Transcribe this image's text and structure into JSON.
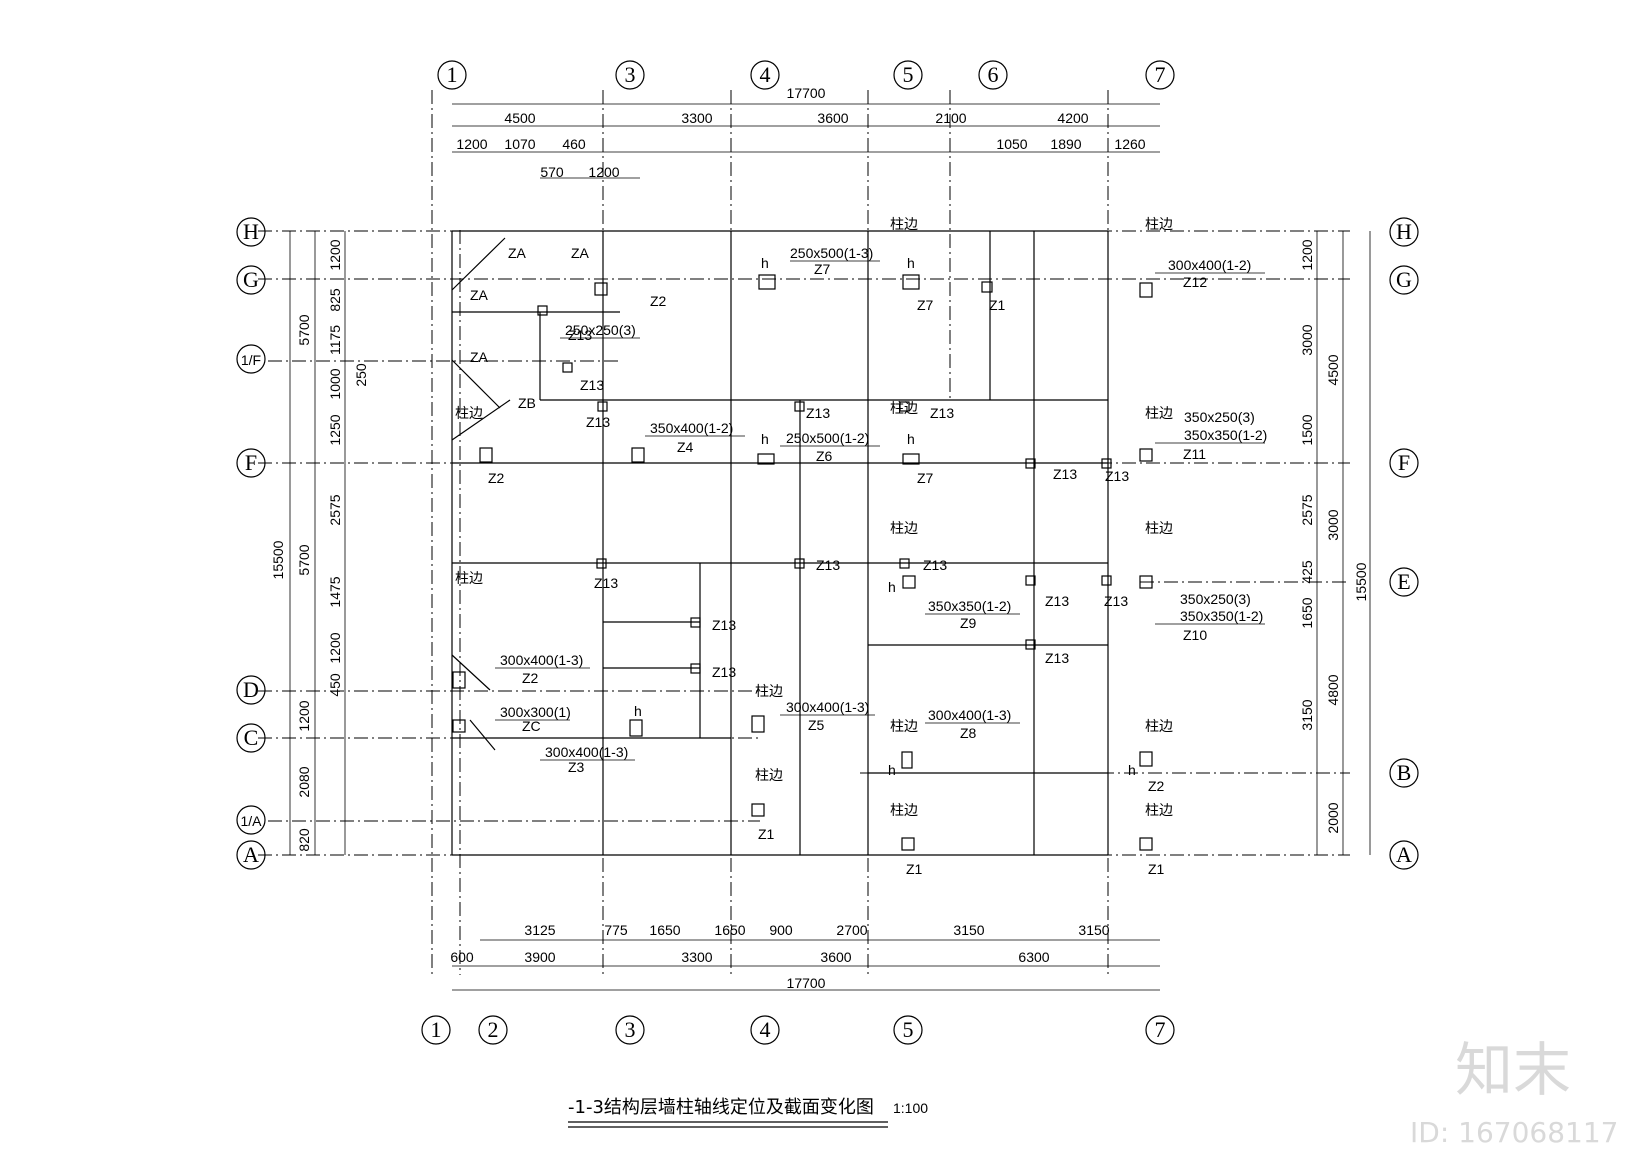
{
  "title": {
    "drawing_name": "-1-3结构层墙柱轴线定位及截面变化图",
    "scale": "1:100"
  },
  "watermark": {
    "logo": "知末",
    "id": "ID: 167068117"
  },
  "axes": {
    "top": [
      "1",
      "3",
      "4",
      "5",
      "6",
      "7"
    ],
    "bottom": [
      "1",
      "2",
      "3",
      "4",
      "5",
      "7"
    ],
    "left": [
      "H",
      "G",
      "1/F",
      "F",
      "D",
      "C",
      "1/A",
      "A"
    ],
    "right": [
      "H",
      "G",
      "F",
      "E",
      "B",
      "A"
    ]
  },
  "dims": {
    "top_total": "17700",
    "top_row1": [
      "4500",
      "3300",
      "3600",
      "2100",
      "4200"
    ],
    "top_row2": [
      "1200",
      "1070",
      "460",
      "570",
      "1200",
      "1050",
      "1890",
      "1260"
    ],
    "bottom_row1": [
      "3125",
      "775",
      "1650",
      "1650",
      "900",
      "2700",
      "3150",
      "3150"
    ],
    "bottom_row2": [
      "600",
      "3900",
      "3300",
      "3600",
      "6300"
    ],
    "bottom_total": "17700",
    "left_outer": "15500",
    "left_mid": [
      "5700",
      "5700"
    ],
    "left_inner": [
      "1200",
      "825",
      "1175",
      "1000",
      "250",
      "1250",
      "2575",
      "1475",
      "1200",
      "450",
      "1200",
      "2080",
      "820"
    ],
    "right_inner": [
      "1200",
      "3000",
      "1500",
      "2575",
      "425",
      "1650",
      "3150",
      "2000"
    ],
    "right_mid": [
      "4500",
      "3000",
      "4800"
    ],
    "right_outer": "15500"
  },
  "labels": {
    "za": "ZA",
    "zb": "ZB",
    "zc": "ZC",
    "z1": "Z1",
    "z2": "Z2",
    "z3": "Z3",
    "z4": "Z4",
    "z5": "Z5",
    "z6": "Z6",
    "z7": "Z7",
    "z8": "Z8",
    "z9": "Z9",
    "z10": "Z10",
    "z11": "Z11",
    "z12": "Z12",
    "z13": "Z13",
    "s_250x500_13": "250x500(1-3)",
    "s_250x500_12": "250x500(1-2)",
    "s_300x400_12": "300x400(1-2)",
    "s_250x250_3": "250x250(3)",
    "s_350x400_12": "350x400(1-2)",
    "s_350x250_3": "350x250(3)",
    "s_350x350_12": "350x350(1-2)",
    "s_300x400_13": "300x400(1-3)",
    "s_300x300_1": "300x300(1)",
    "wall_edge": "柱边",
    "h": "h"
  }
}
